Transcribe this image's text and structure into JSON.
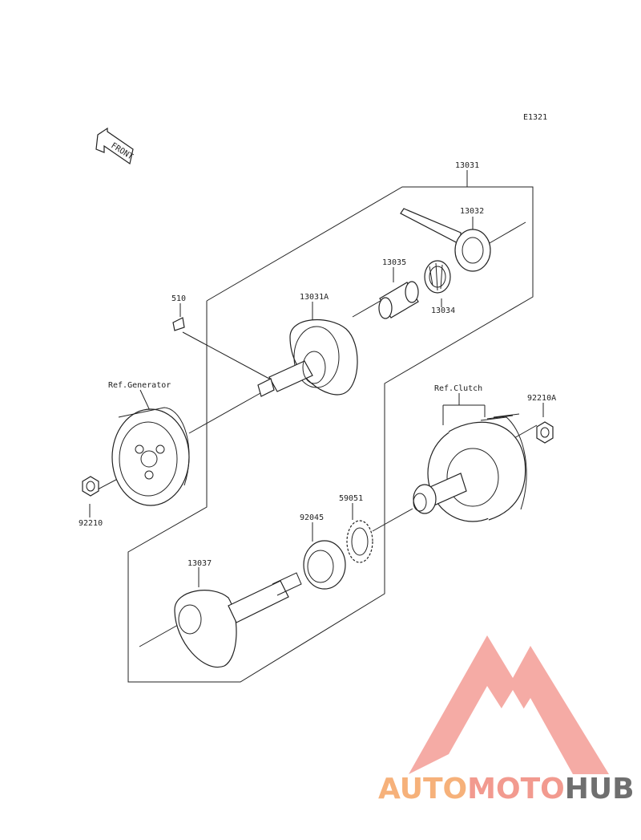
{
  "diagram": {
    "code": "E1321",
    "front_label": "FRONT",
    "parts": {
      "p13031": "13031",
      "p13032": "13032",
      "p13035": "13035",
      "p13034": "13034",
      "p510": "510",
      "p13031A": "13031A",
      "ref_generator": "Ref.Generator",
      "ref_clutch": "Ref.Clutch",
      "p92210A": "92210A",
      "p92210": "92210",
      "p92045": "92045",
      "p59051": "59051",
      "p13037": "13037"
    }
  },
  "watermark": {
    "part1": "AUTO",
    "part2": "MOTO",
    "part3": "HUB",
    "color1": "#f6b17a",
    "color2": "#f29a8f",
    "color3": "#6f6f6f",
    "logo_color": "#f4a6a0"
  }
}
